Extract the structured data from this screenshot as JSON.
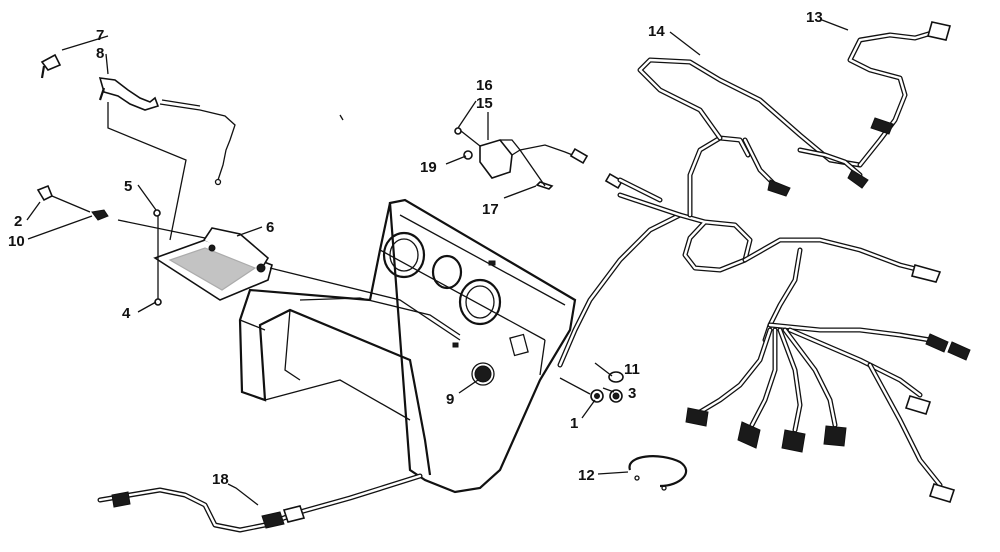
{
  "diagram": {
    "labels": [
      {
        "key": "1",
        "text": "1"
      },
      {
        "key": "2",
        "text": "2"
      },
      {
        "key": "3",
        "text": "3"
      },
      {
        "key": "4",
        "text": "4"
      },
      {
        "key": "5",
        "text": "5"
      },
      {
        "key": "6",
        "text": "6"
      },
      {
        "key": "7",
        "text": "7"
      },
      {
        "key": "8",
        "text": "8"
      },
      {
        "key": "9",
        "text": "9"
      },
      {
        "key": "10",
        "text": "10"
      },
      {
        "key": "11",
        "text": "11"
      },
      {
        "key": "12",
        "text": "12"
      },
      {
        "key": "13",
        "text": "13"
      },
      {
        "key": "14",
        "text": "14"
      },
      {
        "key": "15",
        "text": "15"
      },
      {
        "key": "16",
        "text": "16"
      },
      {
        "key": "17",
        "text": "17"
      },
      {
        "key": "18",
        "text": "18"
      },
      {
        "key": "19",
        "text": "19"
      }
    ]
  }
}
